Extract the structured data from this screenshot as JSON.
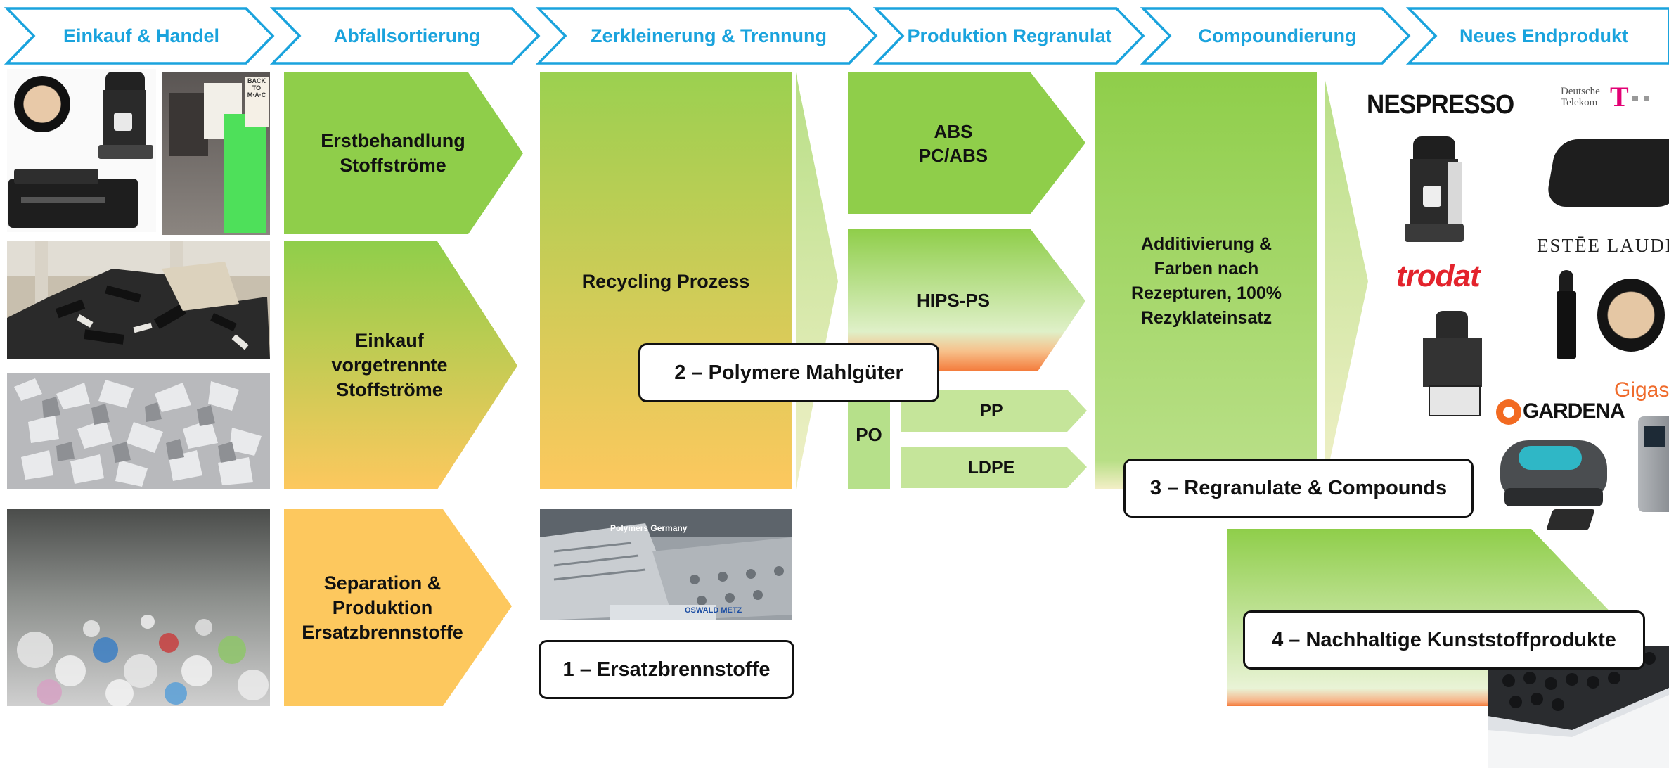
{
  "header": {
    "steps": [
      {
        "label": "Einkauf & Handel"
      },
      {
        "label": "Abfallsortierung"
      },
      {
        "label": "Zerkleinerung & Trennung"
      },
      {
        "label": "Produktion Regranulat"
      },
      {
        "label": "Compoundierung"
      },
      {
        "label": "Neues Endprodukt"
      }
    ],
    "accent_color": "#1aa3dd"
  },
  "sorting": {
    "erstbehandlung": "Erstbehandlung\nStoffströme",
    "einkauf": "Einkauf\nvorgetrennte\nStoffströme",
    "separation": "Separation &\nProduktion\nErsatzbrennstoffe"
  },
  "process": {
    "recycling": "Recycling Prozess"
  },
  "regranulat": {
    "abs": "ABS\nPC/ABS",
    "hips": "HIPS-PS",
    "po": "PO",
    "pp": "PP",
    "ldpe": "LDPE"
  },
  "compound": {
    "text": "Additivierung  &\nFarben nach\nRezepturen, 100%\nRezyklateinsatz"
  },
  "callouts": {
    "c1": "1 – Ersatzbrennstoffe",
    "c2": "2 – Polymere Mahlgüter",
    "c3": "3 – Regranulate & Compounds",
    "c4": "4 – Nachhaltige Kunststoffprodukte"
  },
  "brands": {
    "nespresso": "NESPRESSO",
    "telekom_line1": "Deutsche",
    "telekom_line2": "Telekom",
    "telekom_t": "T",
    "estee": "ESTĒE LAUDER",
    "trodat": "trodat",
    "gardena": "GARDENA",
    "gigaset": "Gigaset"
  },
  "photo_labels": {
    "back_to_mac": "BACK\nTO\nM·A·C",
    "polymers_germany": "Polymers Germany",
    "oswald": "OSWALD METZ"
  },
  "colors": {
    "green": "#8fce4a",
    "light_green": "#c5e59a",
    "yellow": "#fdc85e",
    "orange": "#f47a3a"
  }
}
